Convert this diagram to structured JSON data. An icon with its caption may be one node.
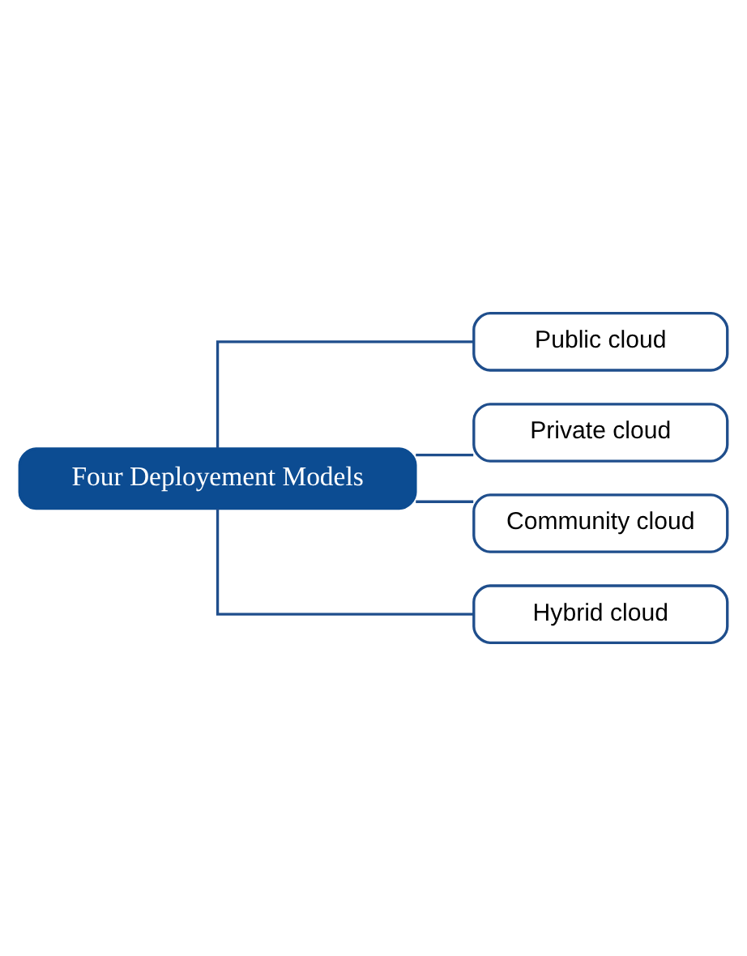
{
  "diagram": {
    "nodes": [
      {
        "text": [
          "Four Deployement Models"
        ]
      },
      {
        "text": [
          "Public cloud"
        ]
      },
      {
        "text": [
          "Private cloud"
        ]
      },
      {
        "text": [
          "Community cloud"
        ]
      },
      {
        "text": [
          "Hybrid cloud"
        ]
      }
    ],
    "edges": [
      {
        "from": 0,
        "to": 1,
        "arrow": "none"
      },
      {
        "from": 0,
        "to": 2,
        "arrow": "none"
      },
      {
        "from": 0,
        "to": 3,
        "arrow": "none"
      },
      {
        "from": 0,
        "to": 4,
        "arrow": "none"
      }
    ]
  }
}
